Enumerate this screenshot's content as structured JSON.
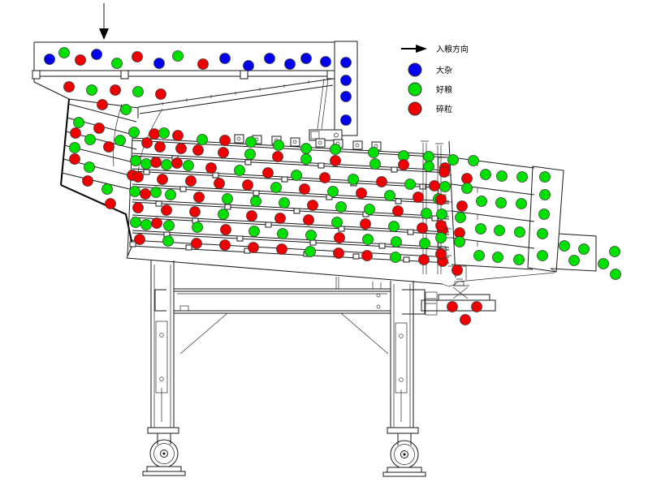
{
  "legend": {
    "flow_label": "入粮方向",
    "items": [
      {
        "key": "B",
        "label": "大杂",
        "color": "#0000EE"
      },
      {
        "key": "G",
        "label": "好粮",
        "color": "#00E000"
      },
      {
        "key": "R",
        "label": "碎粒",
        "color": "#EE0000"
      }
    ]
  },
  "particle_style": {
    "radius": 6.5,
    "stroke": "#3a3a3a"
  },
  "particles": [
    [
      61,
      73,
      "B"
    ],
    [
      79,
      65,
      "G"
    ],
    [
      99,
      74,
      "R"
    ],
    [
      119,
      67,
      "B"
    ],
    [
      144,
      78,
      "G"
    ],
    [
      169,
      70,
      "R"
    ],
    [
      196,
      78,
      "B"
    ],
    [
      219,
      69,
      "G"
    ],
    [
      250,
      79,
      "R"
    ],
    [
      277,
      72,
      "B"
    ],
    [
      306,
      81,
      "B"
    ],
    [
      332,
      72,
      "B"
    ],
    [
      357,
      79,
      "B"
    ],
    [
      377,
      72,
      "B"
    ],
    [
      401,
      76,
      "B"
    ],
    [
      426,
      77,
      "B"
    ],
    [
      426,
      99,
      "B"
    ],
    [
      426,
      119,
      "B"
    ],
    [
      426,
      148,
      "B"
    ],
    [
      85,
      107,
      "R"
    ],
    [
      113,
      111,
      "G"
    ],
    [
      142,
      111,
      "R"
    ],
    [
      170,
      113,
      "G"
    ],
    [
      198,
      116,
      "R"
    ],
    [
      126,
      129,
      "R"
    ],
    [
      155,
      135,
      "G"
    ],
    [
      97,
      151,
      "G"
    ],
    [
      122,
      158,
      "R"
    ],
    [
      93,
      164,
      "R"
    ],
    [
      111,
      172,
      "G"
    ],
    [
      148,
      173,
      "G"
    ],
    [
      134,
      181,
      "R"
    ],
    [
      92,
      182,
      "G"
    ],
    [
      92,
      196,
      "R"
    ],
    [
      110,
      206,
      "G"
    ],
    [
      108,
      223,
      "R"
    ],
    [
      132,
      233,
      "G"
    ],
    [
      136,
      251,
      "R"
    ],
    [
      163,
      216,
      "R"
    ],
    [
      165,
      163,
      "G"
    ],
    [
      190,
      165,
      "R"
    ],
    [
      202,
      164,
      "G"
    ],
    [
      219,
      167,
      "R"
    ],
    [
      249,
      172,
      "G"
    ],
    [
      277,
      173,
      "R"
    ],
    [
      309,
      175,
      "G"
    ],
    [
      343,
      179,
      "G"
    ],
    [
      377,
      183,
      "G"
    ],
    [
      413,
      184,
      "G"
    ],
    [
      460,
      188,
      "G"
    ],
    [
      497,
      192,
      "G"
    ],
    [
      528,
      193,
      "G"
    ],
    [
      181,
      176,
      "R"
    ],
    [
      197,
      181,
      "R"
    ],
    [
      223,
      183,
      "R"
    ],
    [
      244,
      185,
      "R"
    ],
    [
      275,
      188,
      "R"
    ],
    [
      308,
      190,
      "G"
    ],
    [
      342,
      193,
      "R"
    ],
    [
      377,
      196,
      "G"
    ],
    [
      413,
      198,
      "R"
    ],
    [
      462,
      202,
      "G"
    ],
    [
      497,
      203,
      "R"
    ],
    [
      528,
      205,
      "G"
    ],
    [
      548,
      207,
      "R"
    ],
    [
      167,
      198,
      "G"
    ],
    [
      180,
      202,
      "G"
    ],
    [
      192,
      200,
      "R"
    ],
    [
      205,
      203,
      "G"
    ],
    [
      218,
      201,
      "R"
    ],
    [
      232,
      204,
      "G"
    ],
    [
      260,
      207,
      "R"
    ],
    [
      295,
      210,
      "G"
    ],
    [
      330,
      213,
      "R"
    ],
    [
      365,
      216,
      "G"
    ],
    [
      400,
      219,
      "R"
    ],
    [
      435,
      221,
      "G"
    ],
    [
      470,
      224,
      "R"
    ],
    [
      505,
      227,
      "G"
    ],
    [
      535,
      229,
      "R"
    ],
    [
      170,
      218,
      "R"
    ],
    [
      200,
      221,
      "R"
    ],
    [
      235,
      223,
      "R"
    ],
    [
      270,
      226,
      "R"
    ],
    [
      305,
      228,
      "R"
    ],
    [
      340,
      231,
      "G"
    ],
    [
      375,
      233,
      "R"
    ],
    [
      410,
      236,
      "G"
    ],
    [
      445,
      238,
      "R"
    ],
    [
      480,
      241,
      "G"
    ],
    [
      515,
      243,
      "R"
    ],
    [
      540,
      245,
      "G"
    ],
    [
      166,
      236,
      "G"
    ],
    [
      179,
      239,
      "R"
    ],
    [
      192,
      237,
      "G"
    ],
    [
      210,
      240,
      "G"
    ],
    [
      245,
      243,
      "R"
    ],
    [
      280,
      245,
      "G"
    ],
    [
      315,
      248,
      "G"
    ],
    [
      350,
      250,
      "G"
    ],
    [
      385,
      253,
      "R"
    ],
    [
      420,
      255,
      "G"
    ],
    [
      455,
      258,
      "G"
    ],
    [
      490,
      260,
      "R"
    ],
    [
      525,
      263,
      "G"
    ],
    [
      170,
      256,
      "R"
    ],
    [
      205,
      259,
      "R"
    ],
    [
      240,
      261,
      "R"
    ],
    [
      275,
      264,
      "G"
    ],
    [
      310,
      266,
      "R"
    ],
    [
      345,
      269,
      "R"
    ],
    [
      380,
      271,
      "R"
    ],
    [
      415,
      274,
      "G"
    ],
    [
      450,
      276,
      "R"
    ],
    [
      485,
      279,
      "G"
    ],
    [
      520,
      281,
      "R"
    ],
    [
      545,
      283,
      "R"
    ],
    [
      167,
      274,
      "G"
    ],
    [
      180,
      277,
      "G"
    ],
    [
      193,
      275,
      "R"
    ],
    [
      208,
      278,
      "G"
    ],
    [
      243,
      280,
      "G"
    ],
    [
      278,
      283,
      "R"
    ],
    [
      313,
      285,
      "G"
    ],
    [
      348,
      288,
      "G"
    ],
    [
      383,
      290,
      "G"
    ],
    [
      418,
      293,
      "R"
    ],
    [
      453,
      295,
      "G"
    ],
    [
      488,
      298,
      "G"
    ],
    [
      523,
      300,
      "G"
    ],
    [
      172,
      295,
      "R"
    ],
    [
      207,
      297,
      "G"
    ],
    [
      242,
      300,
      "R"
    ],
    [
      277,
      302,
      "R"
    ],
    [
      312,
      305,
      "R"
    ],
    [
      347,
      307,
      "R"
    ],
    [
      382,
      310,
      "G"
    ],
    [
      417,
      312,
      "R"
    ],
    [
      452,
      315,
      "R"
    ],
    [
      487,
      317,
      "G"
    ],
    [
      522,
      320,
      "R"
    ],
    [
      545,
      322,
      "R"
    ],
    [
      547,
      212,
      "R"
    ],
    [
      575,
      220,
      "R"
    ],
    [
      543,
      246,
      "R"
    ],
    [
      569,
      254,
      "R"
    ],
    [
      543,
      278,
      "R"
    ],
    [
      566,
      287,
      "R"
    ],
    [
      543,
      313,
      "R"
    ],
    [
      563,
      333,
      "R"
    ],
    [
      558,
      197,
      "G"
    ],
    [
      583,
      198,
      "G"
    ],
    [
      598,
      215,
      "G"
    ],
    [
      618,
      217,
      "G"
    ],
    [
      643,
      218,
      "G"
    ],
    [
      548,
      230,
      "G"
    ],
    [
      575,
      232,
      "G"
    ],
    [
      593,
      248,
      "G"
    ],
    [
      617,
      250,
      "G"
    ],
    [
      642,
      251,
      "G"
    ],
    [
      544,
      264,
      "G"
    ],
    [
      567,
      268,
      "G"
    ],
    [
      592,
      282,
      "G"
    ],
    [
      615,
      284,
      "G"
    ],
    [
      640,
      286,
      "G"
    ],
    [
      543,
      293,
      "G"
    ],
    [
      566,
      298,
      "G"
    ],
    [
      590,
      315,
      "G"
    ],
    [
      613,
      317,
      "G"
    ],
    [
      639,
      320,
      "G"
    ],
    [
      671,
      218,
      "G"
    ],
    [
      671,
      240,
      "G"
    ],
    [
      670,
      264,
      "G"
    ],
    [
      668,
      288,
      "G"
    ],
    [
      668,
      315,
      "G"
    ],
    [
      695,
      303,
      "G"
    ],
    [
      719,
      307,
      "G"
    ],
    [
      707,
      321,
      "G"
    ],
    [
      757,
      310,
      "G"
    ],
    [
      743,
      325,
      "G"
    ],
    [
      758,
      338,
      "G"
    ],
    [
      557,
      378,
      "R"
    ],
    [
      587,
      378,
      "R"
    ],
    [
      573,
      394,
      "R"
    ]
  ]
}
